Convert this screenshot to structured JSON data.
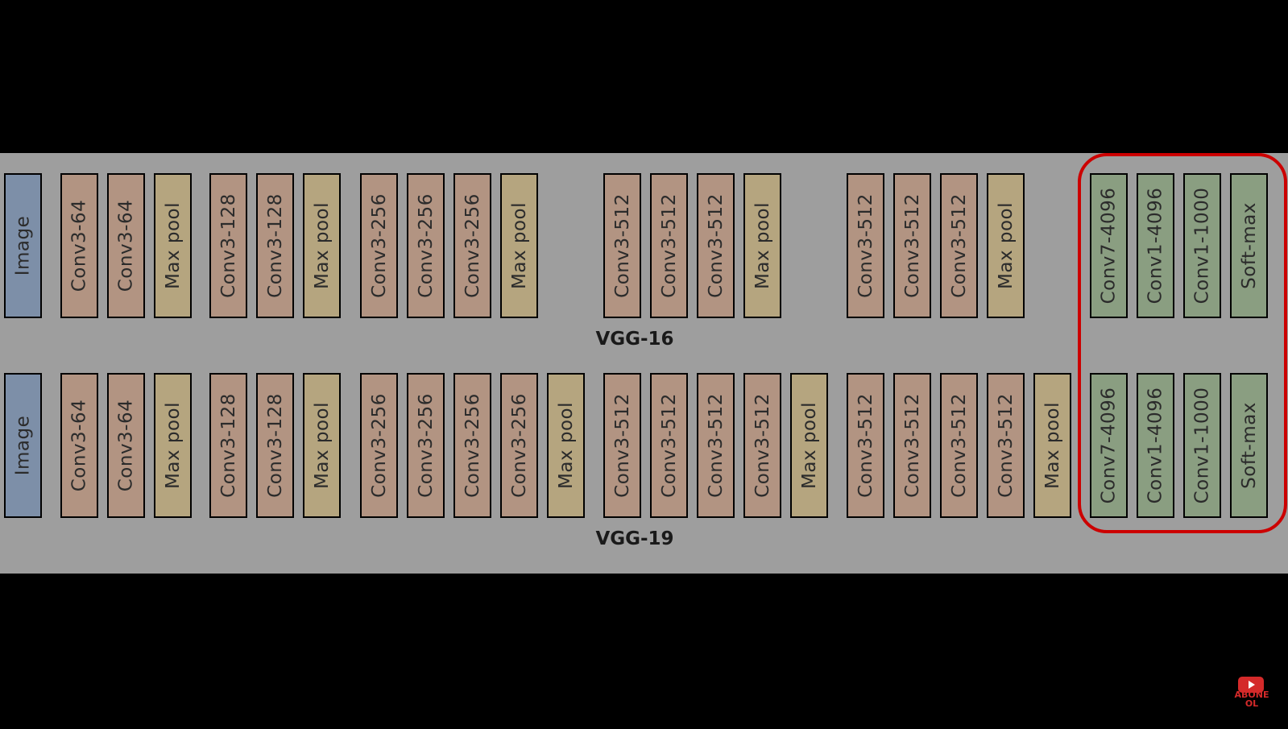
{
  "diagram": {
    "vgg16": {
      "title": "VGG-16",
      "blocks": [
        {
          "label": "Image",
          "kind": "image"
        },
        {
          "label": "Conv3-64",
          "kind": "conv"
        },
        {
          "label": "Conv3-64",
          "kind": "conv"
        },
        {
          "label": "Max pool",
          "kind": "pool"
        },
        {
          "label": "Conv3-128",
          "kind": "conv"
        },
        {
          "label": "Conv3-128",
          "kind": "conv"
        },
        {
          "label": "Max pool",
          "kind": "pool"
        },
        {
          "label": "Conv3-256",
          "kind": "conv"
        },
        {
          "label": "Conv3-256",
          "kind": "conv"
        },
        {
          "label": "Conv3-256",
          "kind": "conv"
        },
        {
          "label": "Max pool",
          "kind": "pool"
        },
        {
          "label": "Conv3-512",
          "kind": "conv"
        },
        {
          "label": "Conv3-512",
          "kind": "conv"
        },
        {
          "label": "Conv3-512",
          "kind": "conv"
        },
        {
          "label": "Max pool",
          "kind": "pool"
        },
        {
          "label": "Conv3-512",
          "kind": "conv"
        },
        {
          "label": "Conv3-512",
          "kind": "conv"
        },
        {
          "label": "Conv3-512",
          "kind": "conv"
        },
        {
          "label": "Max pool",
          "kind": "pool"
        },
        {
          "label": "Conv7-4096",
          "kind": "fc"
        },
        {
          "label": "Conv1-4096",
          "kind": "fc"
        },
        {
          "label": "Conv1-1000",
          "kind": "fc"
        },
        {
          "label": "Soft-max",
          "kind": "fc"
        }
      ]
    },
    "vgg19": {
      "title": "VGG-19",
      "blocks": [
        {
          "label": "Image",
          "kind": "image"
        },
        {
          "label": "Conv3-64",
          "kind": "conv"
        },
        {
          "label": "Conv3-64",
          "kind": "conv"
        },
        {
          "label": "Max pool",
          "kind": "pool"
        },
        {
          "label": "Conv3-128",
          "kind": "conv"
        },
        {
          "label": "Conv3-128",
          "kind": "conv"
        },
        {
          "label": "Max pool",
          "kind": "pool"
        },
        {
          "label": "Conv3-256",
          "kind": "conv"
        },
        {
          "label": "Conv3-256",
          "kind": "conv"
        },
        {
          "label": "Conv3-256",
          "kind": "conv"
        },
        {
          "label": "Conv3-256",
          "kind": "conv"
        },
        {
          "label": "Max pool",
          "kind": "pool"
        },
        {
          "label": "Conv3-512",
          "kind": "conv"
        },
        {
          "label": "Conv3-512",
          "kind": "conv"
        },
        {
          "label": "Conv3-512",
          "kind": "conv"
        },
        {
          "label": "Conv3-512",
          "kind": "conv"
        },
        {
          "label": "Max pool",
          "kind": "pool"
        },
        {
          "label": "Conv3-512",
          "kind": "conv"
        },
        {
          "label": "Conv3-512",
          "kind": "conv"
        },
        {
          "label": "Conv3-512",
          "kind": "conv"
        },
        {
          "label": "Conv3-512",
          "kind": "conv"
        },
        {
          "label": "Max pool",
          "kind": "pool"
        },
        {
          "label": "Conv7-4096",
          "kind": "fc"
        },
        {
          "label": "Conv1-4096",
          "kind": "fc"
        },
        {
          "label": "Conv1-1000",
          "kind": "fc"
        },
        {
          "label": "Soft-max",
          "kind": "fc"
        }
      ]
    },
    "colors": {
      "image": "#7d8fa8",
      "conv": "#b29482",
      "pool": "#b5a57f",
      "fc": "#8a9e81",
      "highlight": "#cc0000"
    }
  },
  "badge": {
    "text": "ABONE OL",
    "icon": "youtube-play-icon"
  }
}
